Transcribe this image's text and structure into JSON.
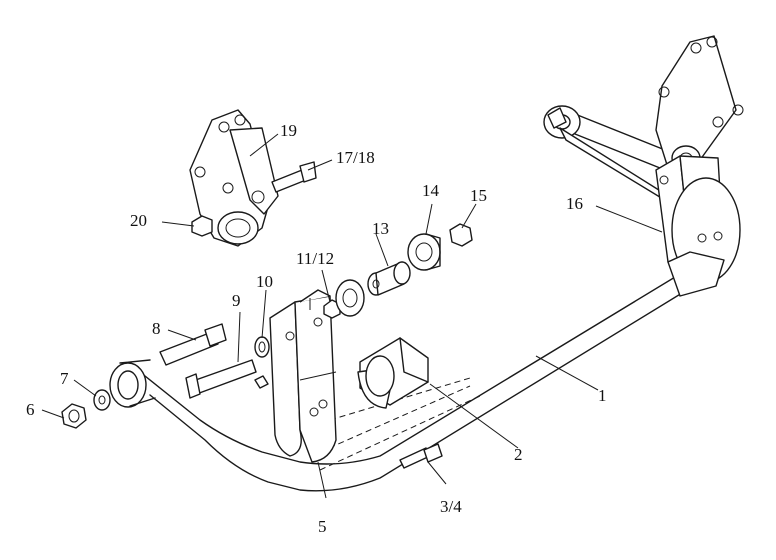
{
  "parts": [
    {
      "id": "p1",
      "label": "1"
    },
    {
      "id": "p2",
      "label": "2"
    },
    {
      "id": "p3",
      "label": "3/4"
    },
    {
      "id": "p5",
      "label": "5"
    },
    {
      "id": "p6",
      "label": "6"
    },
    {
      "id": "p7",
      "label": "7"
    },
    {
      "id": "p8",
      "label": "8"
    },
    {
      "id": "p9",
      "label": "9"
    },
    {
      "id": "p10",
      "label": "10"
    },
    {
      "id": "p11",
      "label": "11/12"
    },
    {
      "id": "p13",
      "label": "13"
    },
    {
      "id": "p14",
      "label": "14"
    },
    {
      "id": "p15",
      "label": "15"
    },
    {
      "id": "p16",
      "label": "16"
    },
    {
      "id": "p17",
      "label": "17/18"
    },
    {
      "id": "p19",
      "label": "19"
    },
    {
      "id": "p20",
      "label": "20"
    }
  ]
}
